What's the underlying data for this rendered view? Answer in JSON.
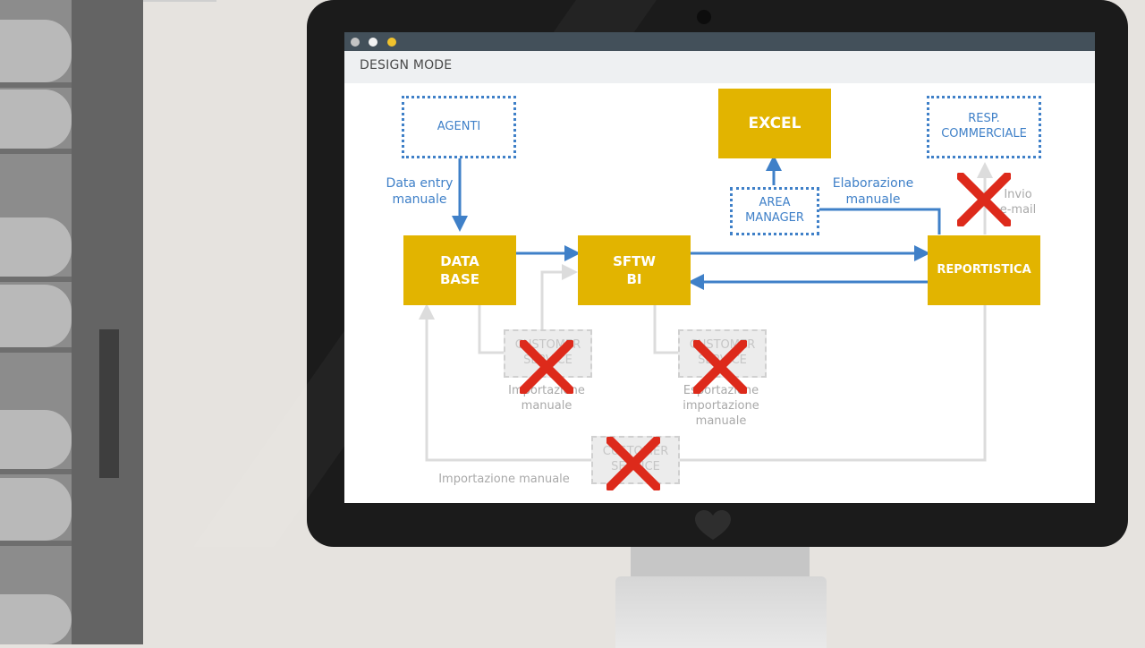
{
  "window": {
    "mode_label": "DESIGN MODE"
  },
  "colors": {
    "accent_blue": "#3f80c8",
    "box_yellow": "#e2b400",
    "cross_red": "#dd2a1b",
    "disabled_gray": "#d0d0d0",
    "titlebar": "#43505a"
  },
  "diagram": {
    "nodes": {
      "agenti": "AGENTI",
      "database": "DATA\nBASE",
      "sftw_bi": "SFTW\nBI",
      "excel": "EXCEL",
      "area_manager": "AREA\nMANAGER",
      "resp_commerciale": "RESP.\nCOMMERCIALE",
      "reportistica": "REPORTISTICA",
      "customer_service_1": "CUSTOMER\nSERVICE",
      "customer_service_2": "CUSTOMER\nSERVICE",
      "customer_service_3": "CUSTOMER\nSERVICE"
    },
    "labels": {
      "data_entry": "Data entry\nmanuale",
      "elaborazione": "Elaborazione\nmanuale",
      "invio_email": "Invio\ne-mail",
      "importazione_1": "Importazione\nmanuale",
      "esportazione": "Esportazione\nimportazione\nmanuale",
      "importazione_bottom": "Importazione manuale"
    },
    "icons": {
      "cross": "cross-icon"
    }
  }
}
